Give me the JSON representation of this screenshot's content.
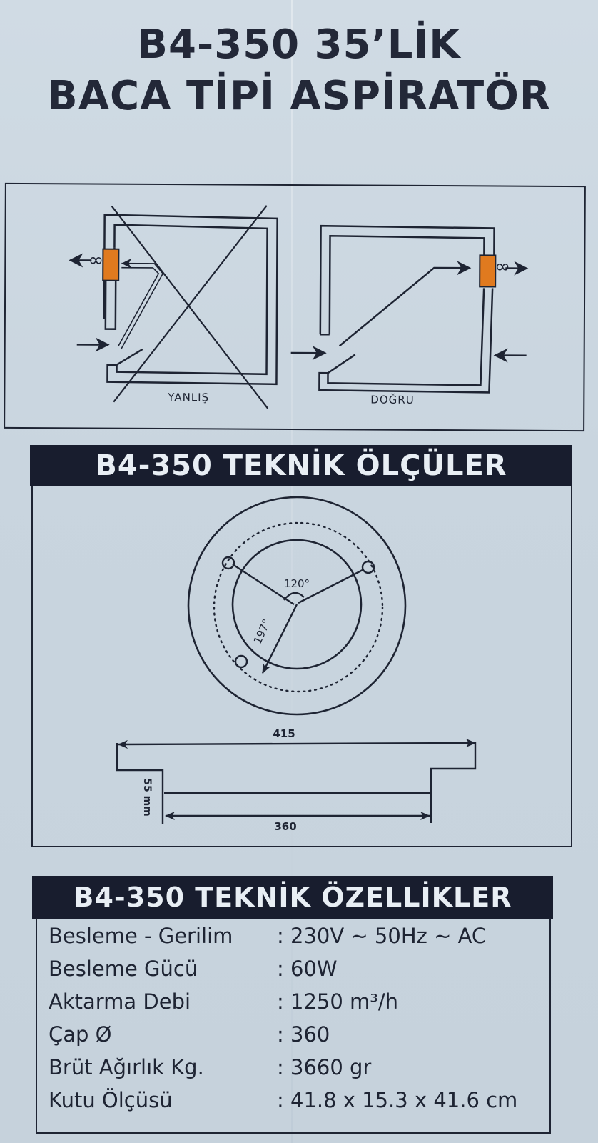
{
  "title": {
    "line1": "B4-350 35’LİK",
    "line2": "BACA TİPİ ASPİRATÖR"
  },
  "installation_diagram": {
    "wrong": {
      "label": "YANLIŞ"
    },
    "correct": {
      "label": "DOĞRU"
    },
    "colors": {
      "fan_unit": "#e07a1f",
      "lines": "#1e2433"
    }
  },
  "dimensions_section": {
    "heading": "B4-350 TEKNİK ÖLÇÜLER",
    "angle_label": "120°",
    "radius_label": "197°",
    "outer_width": "415",
    "inner_width": "360",
    "height_label": "55 mm"
  },
  "specs_section": {
    "heading": "B4-350 TEKNİK ÖZELLİKLER",
    "rows": [
      {
        "label": "Besleme - Gerilim",
        "value": ": 230V ~ 50Hz ~ AC"
      },
      {
        "label": "Besleme Gücü",
        "value": ": 60W"
      },
      {
        "label": "Aktarma Debi",
        "value": ": 1250 m³/h"
      },
      {
        "label": "Çap Ø",
        "value": ": 360"
      },
      {
        "label": "Brüt Ağırlık Kg.",
        "value": ": 3660 gr"
      },
      {
        "label": "Kutu Ölçüsü",
        "value": ": 41.8 x 15.3 x 41.6  cm"
      }
    ]
  },
  "colors": {
    "banner_bg": "#181d2e",
    "banner_text": "#e8eef4",
    "ink": "#1e2433",
    "background": "#c9d6e0",
    "accent_orange": "#e07a1f"
  }
}
